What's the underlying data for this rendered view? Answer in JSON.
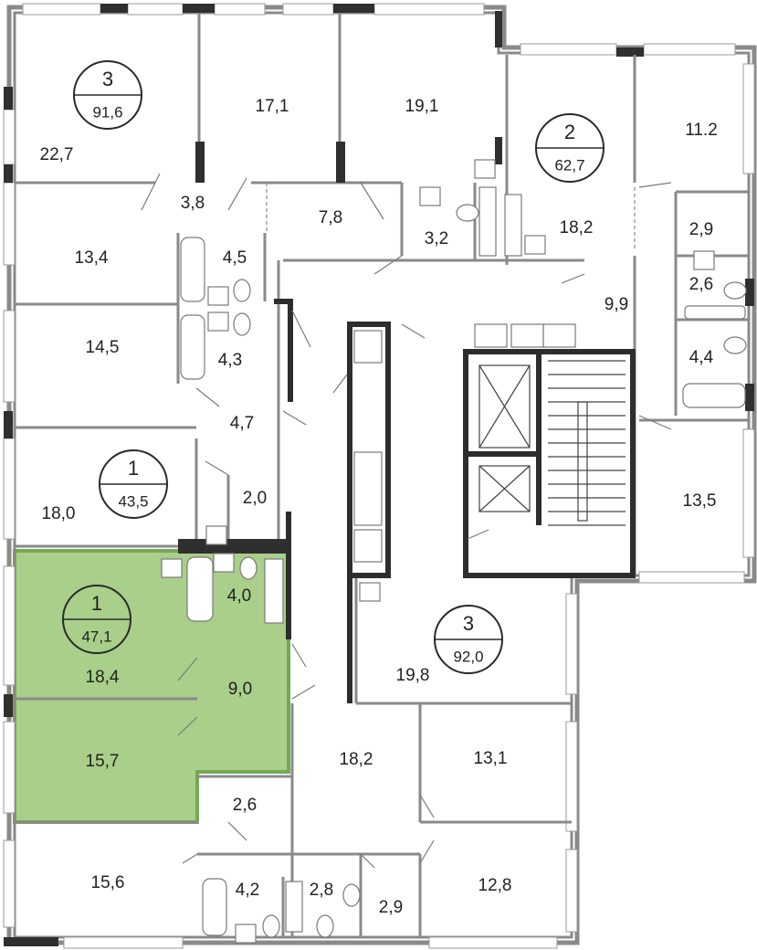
{
  "highlight_color": "#a9cf8a",
  "highlight_stroke": "#76a854",
  "apartments": [
    {
      "id": "apt-3-top-left",
      "rooms": "3",
      "total": "91,6",
      "highlighted": false
    },
    {
      "id": "apt-2-top-right",
      "rooms": "2",
      "total": "62,7",
      "highlighted": false
    },
    {
      "id": "apt-1-mid-left",
      "rooms": "1",
      "total": "43,5",
      "highlighted": false
    },
    {
      "id": "apt-1-selected",
      "rooms": "1",
      "total": "47,1",
      "highlighted": true
    },
    {
      "id": "apt-3-bottom-right",
      "rooms": "3",
      "total": "92,0",
      "highlighted": false
    }
  ],
  "room_areas": [
    "22,7",
    "17,1",
    "19,1",
    "3,8",
    "13,4",
    "4,5",
    "7,8",
    "3,2",
    "18,2",
    "11.2",
    "2,9",
    "2,6",
    "9,9",
    "4,4",
    "14,5",
    "4,3",
    "4,7",
    "18,0",
    "2,0",
    "13,5",
    "4,0",
    "18,4",
    "9,0",
    "15,7",
    "19,8",
    "18,2",
    "13,1",
    "2,6",
    "15,6",
    "4,2",
    "2,8",
    "2,9",
    "12,8"
  ]
}
